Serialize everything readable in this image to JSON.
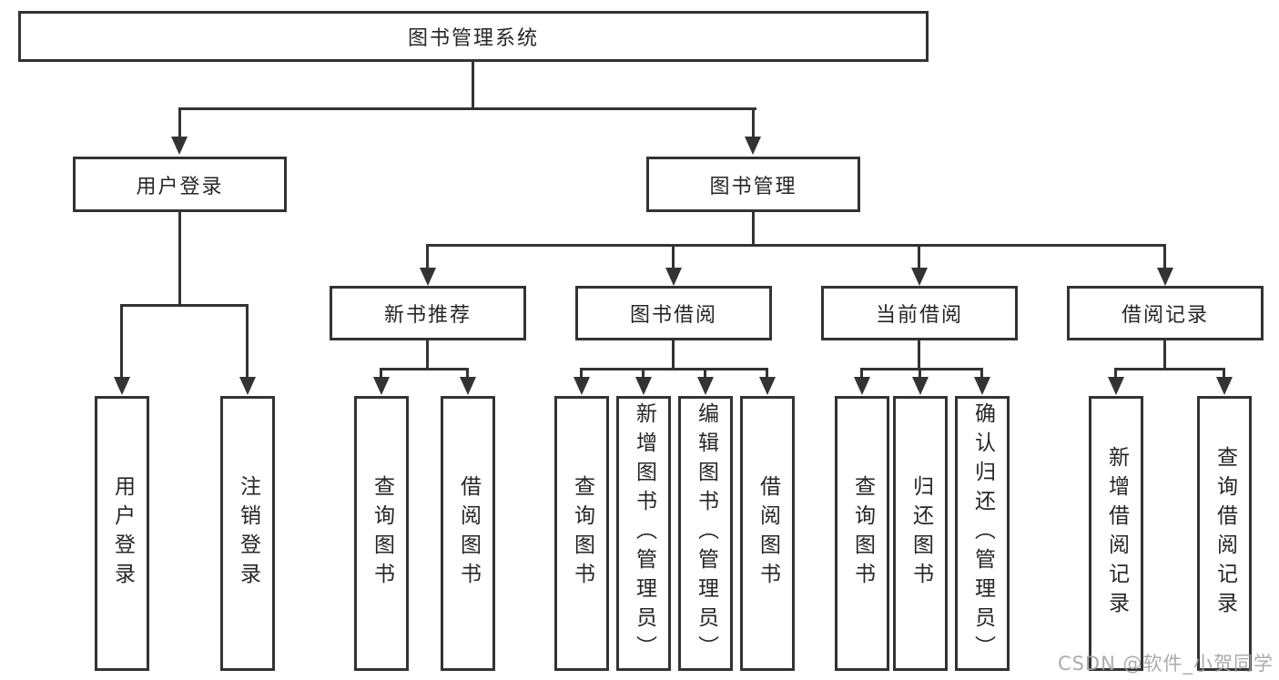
{
  "page": {
    "watermark": "CSDN @软件_小贺同学"
  },
  "colors": {
    "line": "#333333",
    "text": "#262626",
    "background": "#ffffff",
    "watermark": "#a3a3a3"
  },
  "tree": {
    "root": {
      "label": "图书管理系统"
    },
    "level2": [
      {
        "label": "用户登录"
      },
      {
        "label": "图书管理"
      }
    ],
    "level3": [
      {
        "label": "新书推荐"
      },
      {
        "label": "图书借阅"
      },
      {
        "label": "当前借阅"
      },
      {
        "label": "借阅记录"
      }
    ],
    "leaves": {
      "user_login": [
        "用户登录",
        "注销登录"
      ],
      "new_books": [
        "查询图书",
        "借阅图书"
      ],
      "book_borrow": [
        "查询图书",
        "新增图书（管理员）",
        "编辑图书（管理员）",
        "借阅图书"
      ],
      "current_borrow": [
        "查询图书",
        "归还图书",
        "确认归还（管理员）"
      ],
      "borrow_records": [
        "新增借阅记录",
        "查询借阅记录"
      ]
    }
  }
}
